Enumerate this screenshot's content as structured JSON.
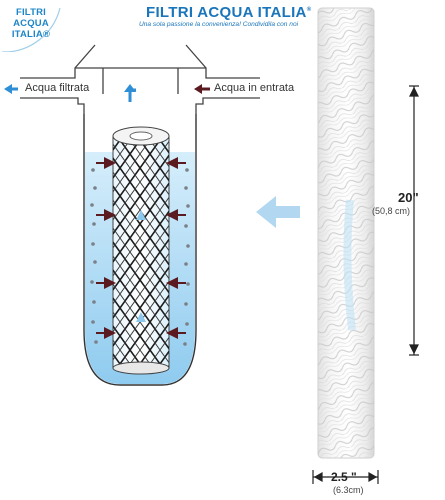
{
  "logo_badge": {
    "line1": "FILTRI",
    "line2": "ACQUA",
    "line3": "ITALIA®"
  },
  "brand": {
    "title": "FILTRI ACQUA ITALIA",
    "registered_mark": "®",
    "tagline": "Una sola passione la convenienza! Condividila con noi"
  },
  "diagram": {
    "outlet_label": "Acqua filtrata",
    "inlet_label": "Acqua in entrata"
  },
  "dimensions": {
    "height": "20\"",
    "height_cm": "(50,8 cm)",
    "width": "2.5 \"",
    "width_cm": "(6.3cm)"
  },
  "colors": {
    "brand_blue": "#1a75bb",
    "water_light": "#c9e7f8",
    "water_mid": "#9fd3f1",
    "flow_arrow": "#5a1a1f",
    "outlet_arrow": "#2e8fd6"
  }
}
